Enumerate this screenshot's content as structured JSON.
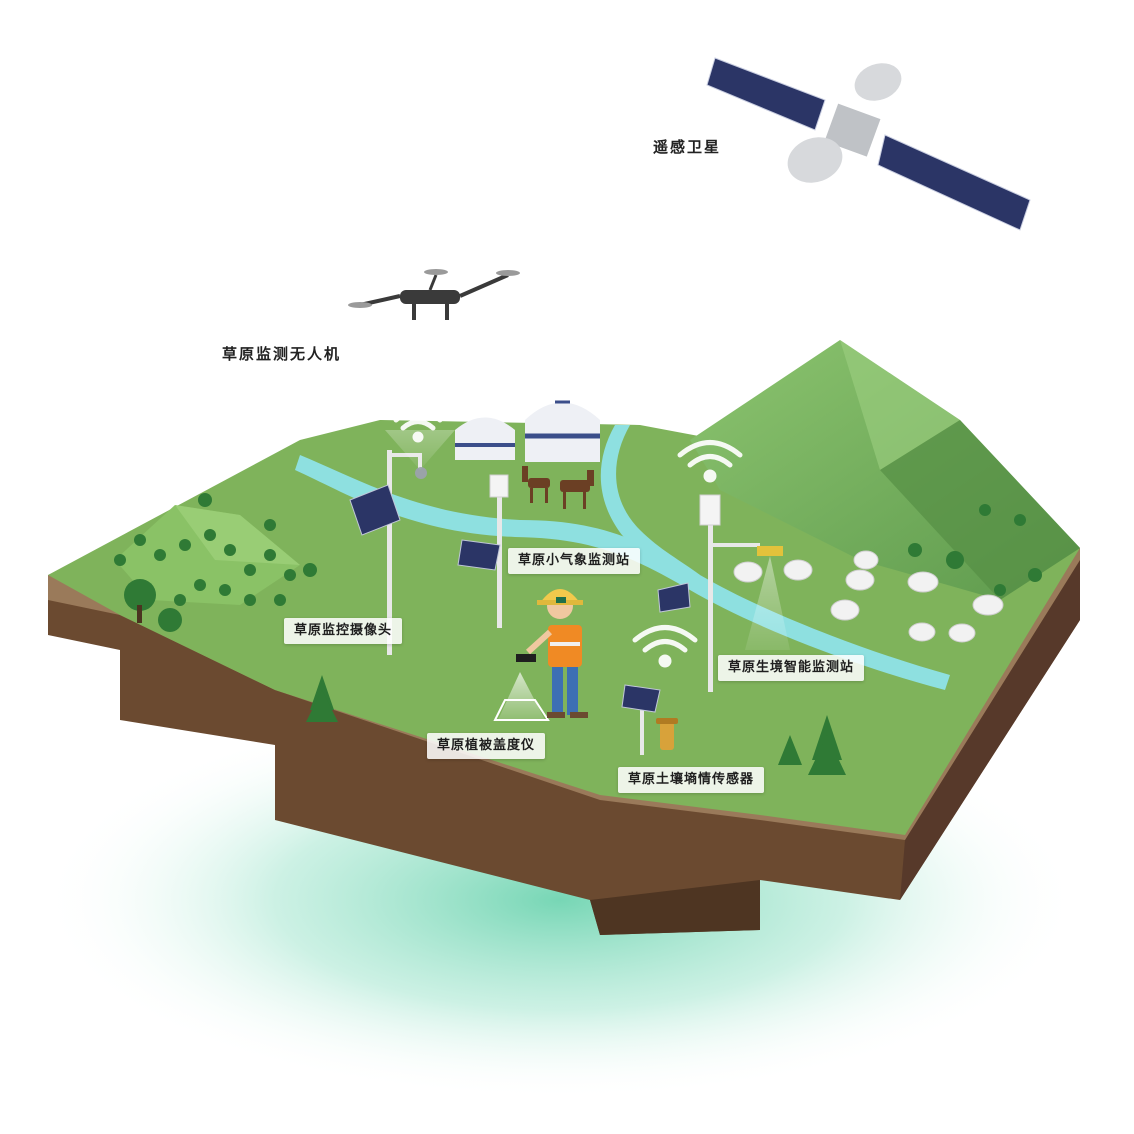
{
  "labels": {
    "satellite": "遥感卫星",
    "drone": "草原监测无人机",
    "weather_station": "草原小气象监测站",
    "camera": "草原监控摄像头",
    "habitat_station": "草原生境智能监测站",
    "vegetation_meter": "草原植被盖度仪",
    "soil_sensor": "草原土壤墒情传感器"
  },
  "colors": {
    "grass_top": "#7fb35b",
    "grass_side": "#86b660",
    "hill": "#6fa75a",
    "soil": "#6b4a30",
    "soil_dark": "#4e3522",
    "river": "#8ee0e0",
    "glow": "#5fcfa8",
    "solar_panel": "#2b3566",
    "pole": "#e8e8e8"
  },
  "icons": {
    "wifi": "wifi-signal-icon",
    "satellite": "satellite-icon",
    "drone": "drone-icon",
    "solar": "solar-panel-icon",
    "yurt": "yurt-icon",
    "horse": "horse-icon",
    "sheep": "sheep-icon",
    "tree": "tree-icon",
    "worker": "worker-icon"
  }
}
